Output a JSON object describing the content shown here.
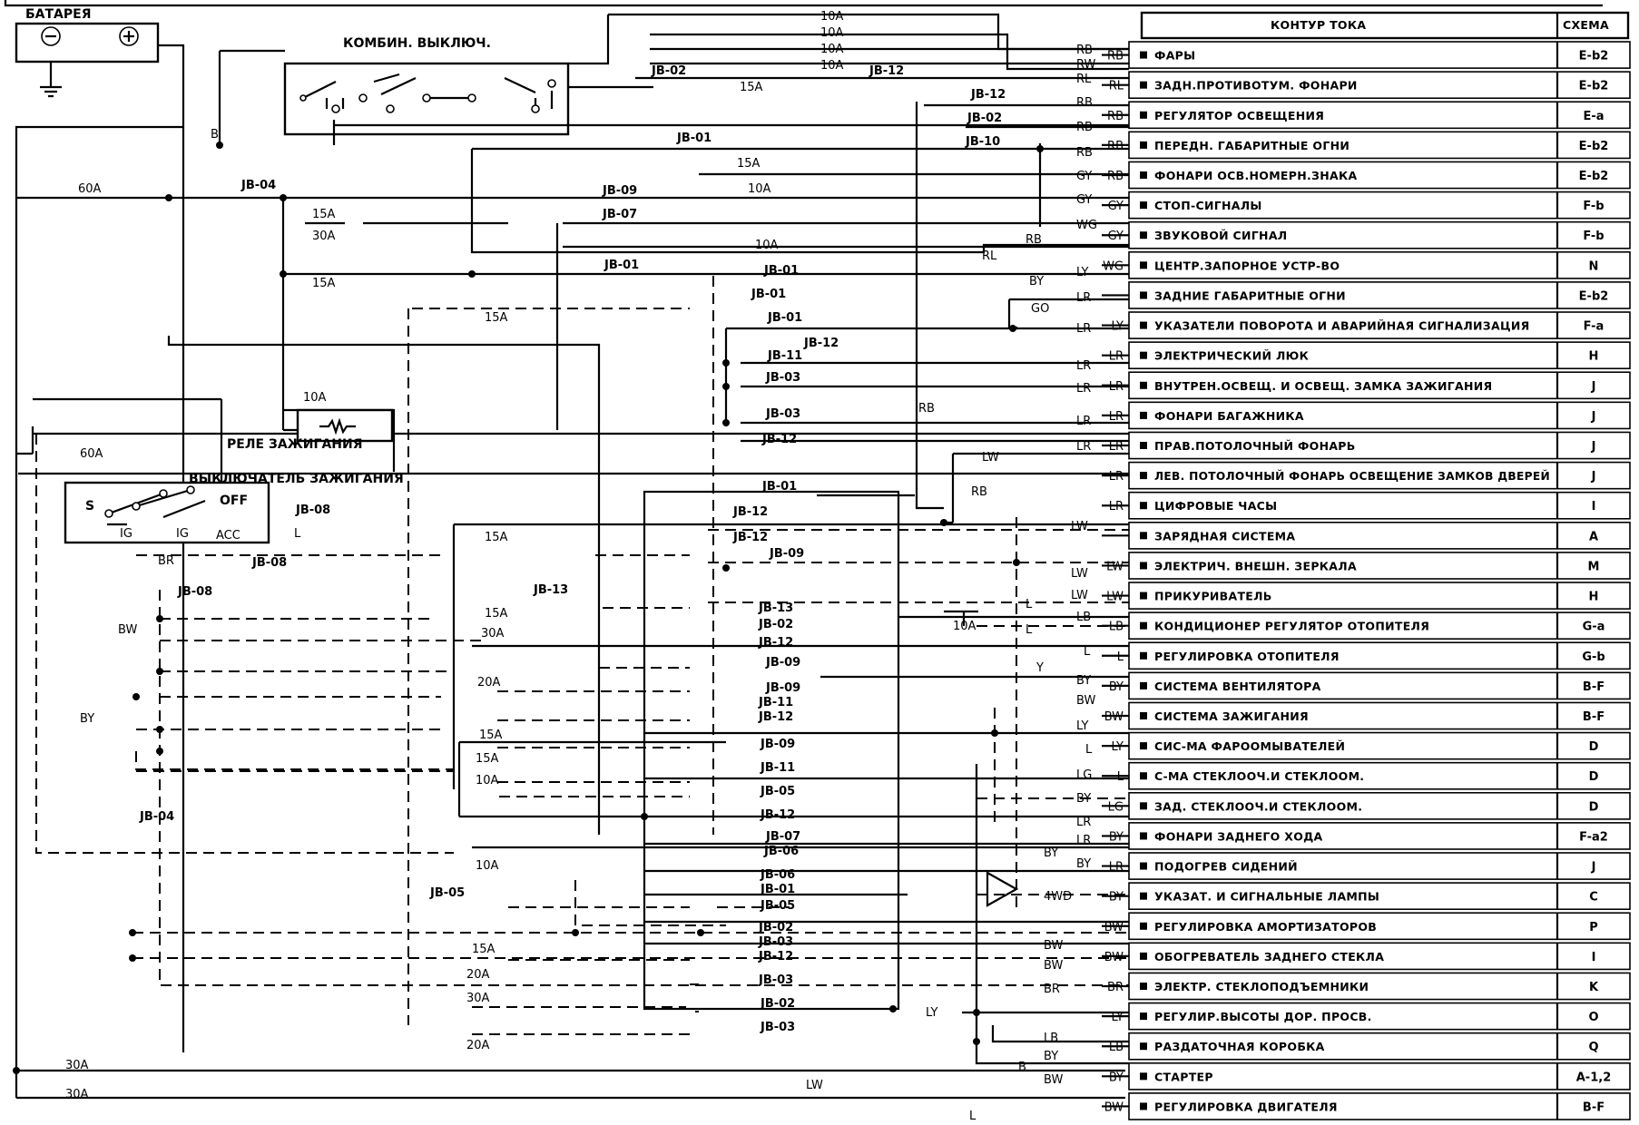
{
  "components": {
    "battery": "БАТАРЕЯ",
    "combo_switch": "КОМБИН. ВЫКЛЮЧ.",
    "ignition_relay": "РЕЛЕ ЗАЖИГАНИЯ",
    "ignition_switch": "ВЫКЛЮЧАТЕЛЬ ЗАЖИГАНИЯ",
    "ign_s": "S",
    "ign_off": "OFF",
    "ign_ig1": "IG",
    "ign_ig2": "IG",
    "ign_acc": "ACC",
    "four_wd": "4WD"
  },
  "table": {
    "header_circuit": "КОНТУР ТОКА",
    "header_scheme": "СХЕМА",
    "rows": [
      {
        "wire": "RB",
        "name": "ФАРЫ",
        "code": "E-b2"
      },
      {
        "wire": "RL",
        "name": "ЗАДН.ПРОТИВОТУМ. ФОНАРИ",
        "code": "E-b2"
      },
      {
        "wire": "RB",
        "name": "РЕГУЛЯТОР ОСВЕЩЕНИЯ",
        "code": "E-a"
      },
      {
        "wire": "RB",
        "name": "ПЕРЕДН. ГАБАРИТНЫЕ ОГНИ",
        "code": "E-b2"
      },
      {
        "wire": "RB",
        "name": "ФОНАРИ ОСВ.НОМЕРН.ЗНАКА",
        "code": "E-b2"
      },
      {
        "wire": "GY",
        "name": "СТОП-СИГНАЛЫ",
        "code": "F-b"
      },
      {
        "wire": "GY",
        "name": "ЗВУКОВОЙ СИГНАЛ",
        "code": "F-b"
      },
      {
        "wire": "WG",
        "name": "ЦЕНТР.ЗАПОРНОЕ УСТР-ВО",
        "code": "N"
      },
      {
        "wire": "",
        "name": "ЗАДНИЕ ГАБАРИТНЫЕ ОГНИ",
        "code": "E-b2"
      },
      {
        "wire": "LY",
        "name": "УКАЗАТЕЛИ ПОВОРОТА И АВАРИЙНАЯ СИГНАЛИЗАЦИЯ",
        "code": "F-a"
      },
      {
        "wire": "LR",
        "name": "ЭЛЕКТРИЧЕСКИЙ ЛЮК",
        "code": "H"
      },
      {
        "wire": "LR",
        "name": "ВНУТРЕН.ОСВЕЩ. И ОСВЕЩ. ЗАМКА ЗАЖИГАНИЯ",
        "code": "J"
      },
      {
        "wire": "LR",
        "name": "ФОНАРИ БАГАЖНИКА",
        "code": "J"
      },
      {
        "wire": "LR",
        "name": "ПРАВ.ПОТОЛОЧНЫЙ ФОНАРЬ",
        "code": "J"
      },
      {
        "wire": "LR",
        "name": "ЛЕВ. ПОТОЛОЧНЫЙ ФОНАРЬ ОСВЕЩЕНИЕ ЗАМКОВ ДВЕРЕЙ",
        "code": "J"
      },
      {
        "wire": "LR",
        "name": "ЦИФРОВЫЕ ЧАСЫ",
        "code": "I"
      },
      {
        "wire": "",
        "name": "ЗАРЯДНАЯ СИСТЕМА",
        "code": "A"
      },
      {
        "wire": "LW",
        "name": "ЭЛЕКТРИЧ. ВНЕШН. ЗЕРКАЛА",
        "code": "M"
      },
      {
        "wire": "LW",
        "name": "ПРИКУРИВАТЕЛЬ",
        "code": "H"
      },
      {
        "wire": "LB",
        "name": "КОНДИЦИОНЕР РЕГУЛЯТОР ОТОПИТЕЛЯ",
        "code": "G-a"
      },
      {
        "wire": "L",
        "name": "РЕГУЛИРОВКА ОТОПИТЕЛЯ",
        "code": "G-b"
      },
      {
        "wire": "BY",
        "name": "СИСТЕМА ВЕНТИЛЯТОРА",
        "code": "B-F"
      },
      {
        "wire": "BW",
        "name": "СИСТЕМА ЗАЖИГАНИЯ",
        "code": "B-F"
      },
      {
        "wire": "LY",
        "name": "СИС-МА ФАРООМЫВАТЕЛЕЙ",
        "code": "D"
      },
      {
        "wire": "L",
        "name": "С-МА СТЕКЛООЧ.И СТЕКЛООМ.",
        "code": "D"
      },
      {
        "wire": "LG",
        "name": "ЗАД. СТЕКЛООЧ.И СТЕКЛООМ.",
        "code": "D"
      },
      {
        "wire": "BY",
        "name": "ФОНАРИ ЗАДНЕГО ХОДА",
        "code": "F-a2"
      },
      {
        "wire": "LR",
        "name": "ПОДОГРЕВ СИДЕНИЙ",
        "code": "J"
      },
      {
        "wire": "BY",
        "name": "УКАЗАТ. И СИГНАЛЬНЫЕ ЛАМПЫ",
        "code": "C"
      },
      {
        "wire": "BW",
        "name": "РЕГУЛИРОВКА АМОРТИЗАТОРОВ",
        "code": "P"
      },
      {
        "wire": "BW",
        "name": "ОБОГРЕВАТЕЛЬ ЗАДНЕГО СТЕКЛА",
        "code": "I"
      },
      {
        "wire": "BR",
        "name": "ЭЛЕКТР. СТЕКЛОПОДЪЕМНИКИ",
        "code": "K"
      },
      {
        "wire": "LY",
        "name": "РЕГУЛИР.ВЫСОТЫ ДОР. ПРОСВ.",
        "code": "O"
      },
      {
        "wire": "LB",
        "name": "РАЗДАТОЧНАЯ КОРОБКА",
        "code": "Q"
      },
      {
        "wire": "BY",
        "name": "СТАРТЕР",
        "code": "A-1,2"
      },
      {
        "wire": "BW",
        "name": "РЕГУЛИРОВКА ДВИГАТЕЛЯ",
        "code": "B-F"
      }
    ]
  },
  "fuses": {
    "f60a_top": "60A",
    "f60a_mid": "60A",
    "f10a_1": "10A",
    "f10a_2": "10A",
    "f10a_3": "10A",
    "f10a_4": "10A",
    "f15a_combo": "15A",
    "f15a_jb01": "15A",
    "f10a_jb01": "10A",
    "f15a_2": "15A",
    "f30a_1": "30A",
    "f10a_rl": "10A",
    "f15a_4": "15A",
    "f15a_11": "15A",
    "f10a_relay": "10A",
    "f15a_6": "15A",
    "f15a_3": "15A",
    "f30a_3": "30A",
    "f20a_11": "20A",
    "f10a_ac": "10A",
    "f15a_13": "15A",
    "f15a_5": "15A",
    "f10a_14": "10A",
    "f10a_5": "10A",
    "f15a_low": "15A",
    "f20a_low": "20A",
    "f30a_low": "30A",
    "f20a_14": "20A",
    "f30a_b1": "30A",
    "f30a_b2": "30A"
  },
  "junctions": {
    "jb02_combo": "JB-02",
    "jb12_combo": "JB-12",
    "jb12_a": "JB-12",
    "jb02_b": "JB-02",
    "jb10": "JB-10",
    "jb01_a": "JB-01",
    "jb04_a": "JB-04",
    "jb09": "JB-09",
    "jb07": "JB-07",
    "jb01_b": "JB-01",
    "jb01_c": "JB-01",
    "jb01_d": "JB-01",
    "jb01_e": "JB-01",
    "jb12_b": "JB-12",
    "jb11_a": "JB-11",
    "jb03_a": "JB-03",
    "jb03_b": "JB-03",
    "jb12_c": "JB-12",
    "jb01_f": "JB-01",
    "jb08_a": "JB-08",
    "jb12_d": "JB-12",
    "jb12_e": "JB-12",
    "jb09_b": "JB-09",
    "jb08_b": "JB-08",
    "jb08_c": "JB-08",
    "jb13_a": "JB-13",
    "jb13_b": "JB-13",
    "jb02_c": "JB-02",
    "jb12_f": "JB-12",
    "jb09_c": "JB-09",
    "jb09_d": "JB-09",
    "jb11_b": "JB-11",
    "jb12_g": "JB-12",
    "jb09_e": "JB-09",
    "jb11_c": "JB-11",
    "jb05_a": "JB-05",
    "jb12_h": "JB-12",
    "jb07_b": "JB-07",
    "jb06_a": "JB-06",
    "jb04_b": "JB-04",
    "jb06_b": "JB-06",
    "jb01_g": "JB-01",
    "jb05_b": "JB-05",
    "jb05_c": "JB-05",
    "jb02_d": "JB-02",
    "jb03_c": "JB-03",
    "jb12_i": "JB-12",
    "jb03_d": "JB-03",
    "jb02_e": "JB-02",
    "jb03_e": "JB-03"
  },
  "wires": {
    "w_b": "B",
    "w_rb1": "RB",
    "w_rw": "RW",
    "w_rl1": "RL",
    "w_rb2": "RB",
    "w_rb3": "RB",
    "w_rb4": "RB",
    "w_gy1": "GY",
    "w_gy2": "GY",
    "w_wg": "WG",
    "w_rb5": "RB",
    "w_rl2": "RL",
    "w_ly1": "LY",
    "w_by1": "BY",
    "w_lr1": "LR",
    "w_go": "GO",
    "w_lr2": "LR",
    "w_lr3": "LR",
    "w_lr4": "LR",
    "w_lr5": "LR",
    "w_lr6": "LR",
    "w_rb6": "RB",
    "w_lw1": "LW",
    "w_rb7": "RB",
    "w_lw2": "LW",
    "w_lw3": "LW",
    "w_lw4": "LW",
    "w_l1": "L",
    "w_l2": "L",
    "w_lb1": "LB",
    "w_l3": "L",
    "w_l4": "L",
    "w_y": "Y",
    "w_by2": "BY",
    "w_bw1": "BW",
    "w_ly2": "LY",
    "w_l5": "L",
    "w_lg": "LG",
    "w_by3": "BY",
    "w_lr7": "LR",
    "w_lr8": "LR",
    "w_by4": "BY",
    "w_by5": "BY",
    "w_bw2": "BW",
    "w_bw3": "BW",
    "w_br": "BR",
    "w_ly3": "LY",
    "w_lb2": "LB",
    "w_by6": "BY",
    "w_b2": "B",
    "w_bw4": "BW",
    "w_lw5": "LW",
    "w_l6": "L",
    "w_br2": "BR",
    "w_bw5": "BW",
    "w_by7": "BY",
    "w_l7": "L"
  }
}
